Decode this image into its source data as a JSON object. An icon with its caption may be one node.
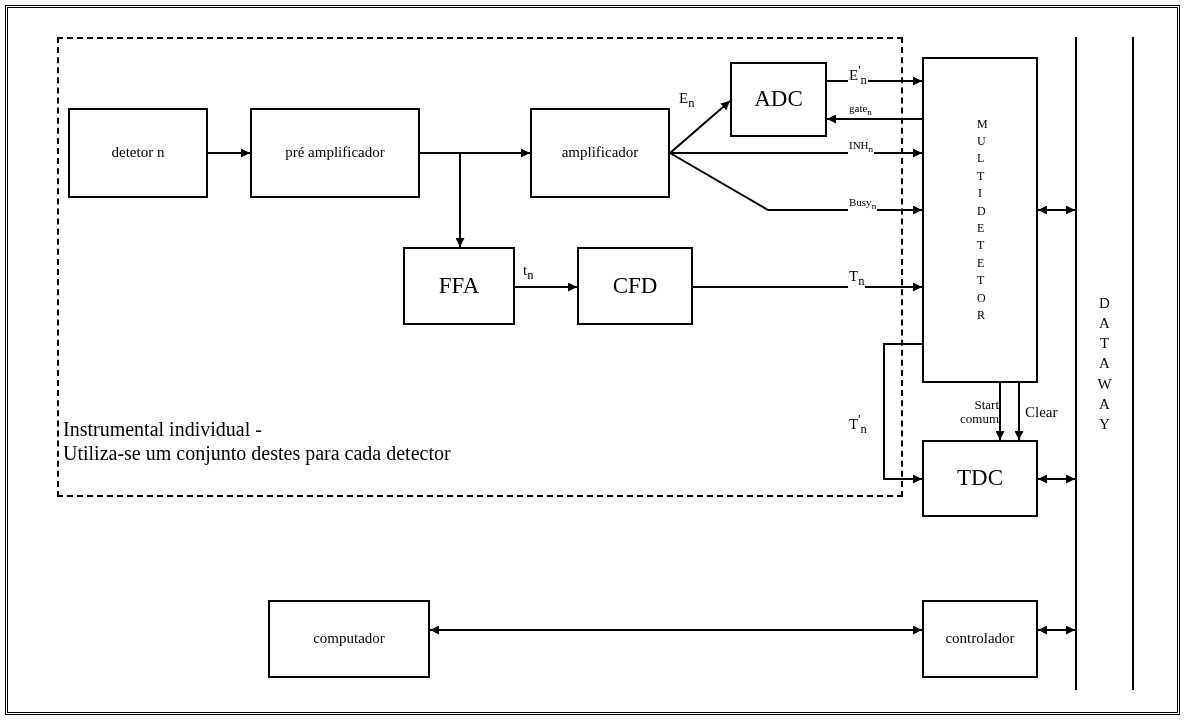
{
  "diagram": {
    "nodes": [
      {
        "text": [
          "Instrumental individual -",
          "Utiliza-se um conjunto destes para cada detector"
        ]
      },
      {
        "text": [
          "detetor n"
        ],
        "in": 0
      },
      {
        "text": [
          "pré amplificador"
        ],
        "in": 0
      },
      {
        "text": [
          "amplificador"
        ],
        "in": 0
      },
      {
        "text": [
          "ADC"
        ],
        "in": 0
      },
      {
        "text": [
          "FFA"
        ],
        "in": 0
      },
      {
        "text": [
          "CFD"
        ],
        "in": 0
      },
      {
        "text": [
          "MULTIDETETOR"
        ]
      },
      {
        "text": [
          "TDC"
        ]
      },
      {
        "text": [
          "DATAWAY"
        ]
      },
      {
        "text": [
          "computador"
        ]
      },
      {
        "text": [
          "controlador"
        ]
      }
    ],
    "edges": [
      {
        "from": 1,
        "to": 2,
        "arrow": "to"
      },
      {
        "from": 2,
        "to": 3,
        "arrow": "to"
      },
      {
        "from": 2,
        "to": 5,
        "arrow": "to"
      },
      {
        "from": 5,
        "to": 6,
        "arrow": "to",
        "label": "t$_{n}$"
      },
      {
        "from": 3,
        "to": 4,
        "arrow": "to",
        "label": "E$_{n}$"
      },
      {
        "from": 4,
        "to": 7,
        "arrow": "to",
        "label": "E$^{'}$$_{n}$"
      },
      {
        "from": 7,
        "to": 4,
        "arrow": "to",
        "label": "gate$_{n}$"
      },
      {
        "from": 3,
        "to": 7,
        "arrow": "to",
        "label": "INH$_{n}$"
      },
      {
        "from": 3,
        "to": 7,
        "arrow": "to",
        "label": "Busy$_{n}$"
      },
      {
        "from": 6,
        "to": 7,
        "arrow": "to",
        "label": "T$_{n}$"
      },
      {
        "from": 7,
        "to": 8,
        "arrow": "to",
        "label": "T$^{'}$$_{n}$"
      },
      {
        "from": 7,
        "to": 8,
        "arrow": "to",
        "label": "Start comum"
      },
      {
        "from": 7,
        "to": 8,
        "arrow": "to",
        "label": "Clear"
      },
      {
        "from": 7,
        "to": 9,
        "arrow": "both"
      },
      {
        "from": 8,
        "to": 9,
        "arrow": "both"
      },
      {
        "from": 10,
        "to": 11,
        "arrow": "both"
      },
      {
        "from": 11,
        "to": 9,
        "arrow": "both"
      }
    ]
  }
}
